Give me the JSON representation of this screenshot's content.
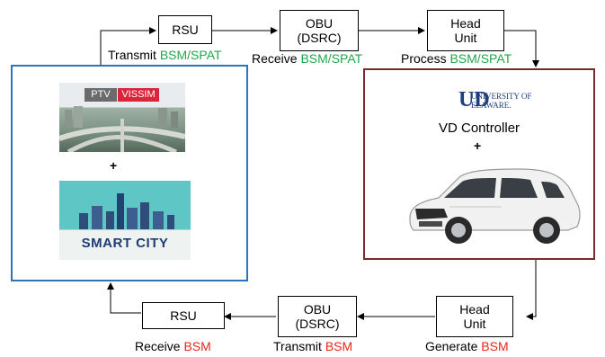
{
  "nodes": {
    "rsu_top": "RSU",
    "obu_top": "OBU\n(DSRC)",
    "head_top": "Head\nUnit",
    "rsu_bottom": "RSU",
    "obu_bottom": "OBU\n(DSRC)",
    "head_bottom": "Head\nUnit"
  },
  "labels": {
    "transmit_top": {
      "verb": "Transmit ",
      "msg": "BSM/SPAT"
    },
    "receive_top": {
      "verb": "Receive ",
      "msg": "BSM/SPAT"
    },
    "process_top": {
      "verb": "Process ",
      "msg": "BSM/SPAT"
    },
    "receive_bottom": {
      "verb": "Receive ",
      "msg": "BSM"
    },
    "transmit_bottom": {
      "verb": "Transmit ",
      "msg": "BSM"
    },
    "generate_bottom": {
      "verb": "Generate ",
      "msg": "BSM"
    }
  },
  "left_panel": {
    "ptv": "PTV",
    "vissim": "VISSIM",
    "plus": "+",
    "smart_city": "SMART CITY"
  },
  "right_panel": {
    "logo_letter": "UD",
    "logo_line1": "UNIVERSITY OF",
    "logo_line2": "ELAWARE.",
    "controller": "VD Controller",
    "plus": "+"
  },
  "colors": {
    "green": "#22a74a",
    "red": "#e8251f",
    "blue": "#2e75b6",
    "maroon": "#7a2a2a"
  }
}
